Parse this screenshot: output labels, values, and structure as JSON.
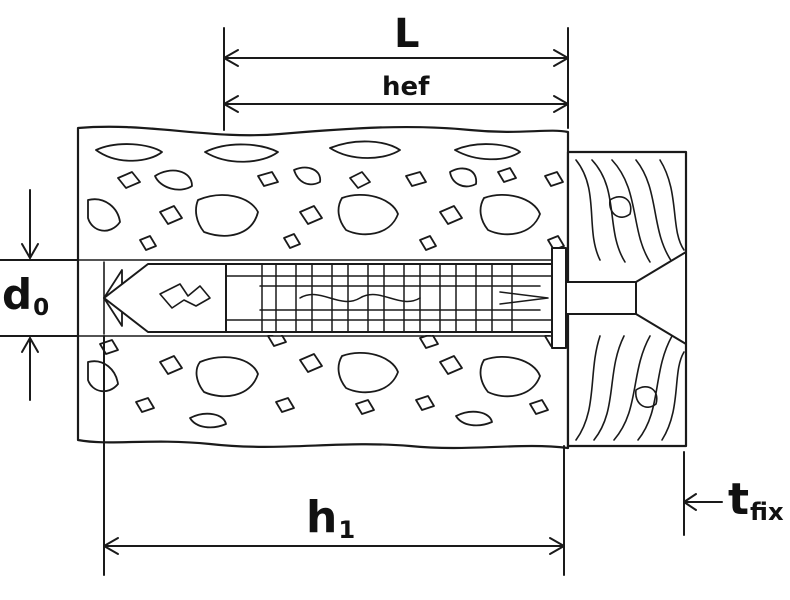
{
  "labels": {
    "L": "L",
    "hef": "hef",
    "d0_main": "d",
    "d0_sub": "0",
    "h1_main": "h",
    "h1_sub": "1",
    "tfix_main": "t",
    "tfix_sub": "fix"
  },
  "colors": {
    "line": "#1a1a1a",
    "background": "#ffffff"
  },
  "icons": {
    "substrate": "masonry-aggregate-block",
    "fixture": "wood-fixture",
    "anchor": "plastic-frame-plug-with-screw"
  }
}
